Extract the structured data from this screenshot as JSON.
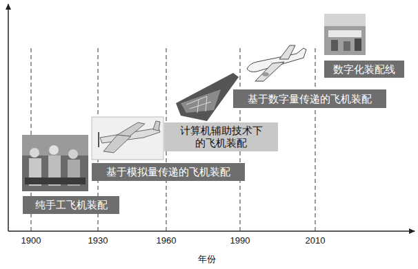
{
  "diagram": {
    "nodes": [
      {
        "text": [
          "纯手工飞机装配"
        ]
      },
      {
        "text": [
          "基于模拟量传递的飞机装配"
        ]
      },
      {
        "text": [
          "计算机辅助技术下的飞机装配"
        ]
      },
      {
        "text": [
          "基于数字量传递的飞机装配"
        ]
      },
      {
        "text": [
          "数字化装配线"
        ]
      }
    ],
    "edges": [],
    "labels": [
      "1900",
      "1930",
      "1960",
      "1990",
      "2010",
      "年份"
    ]
  }
}
